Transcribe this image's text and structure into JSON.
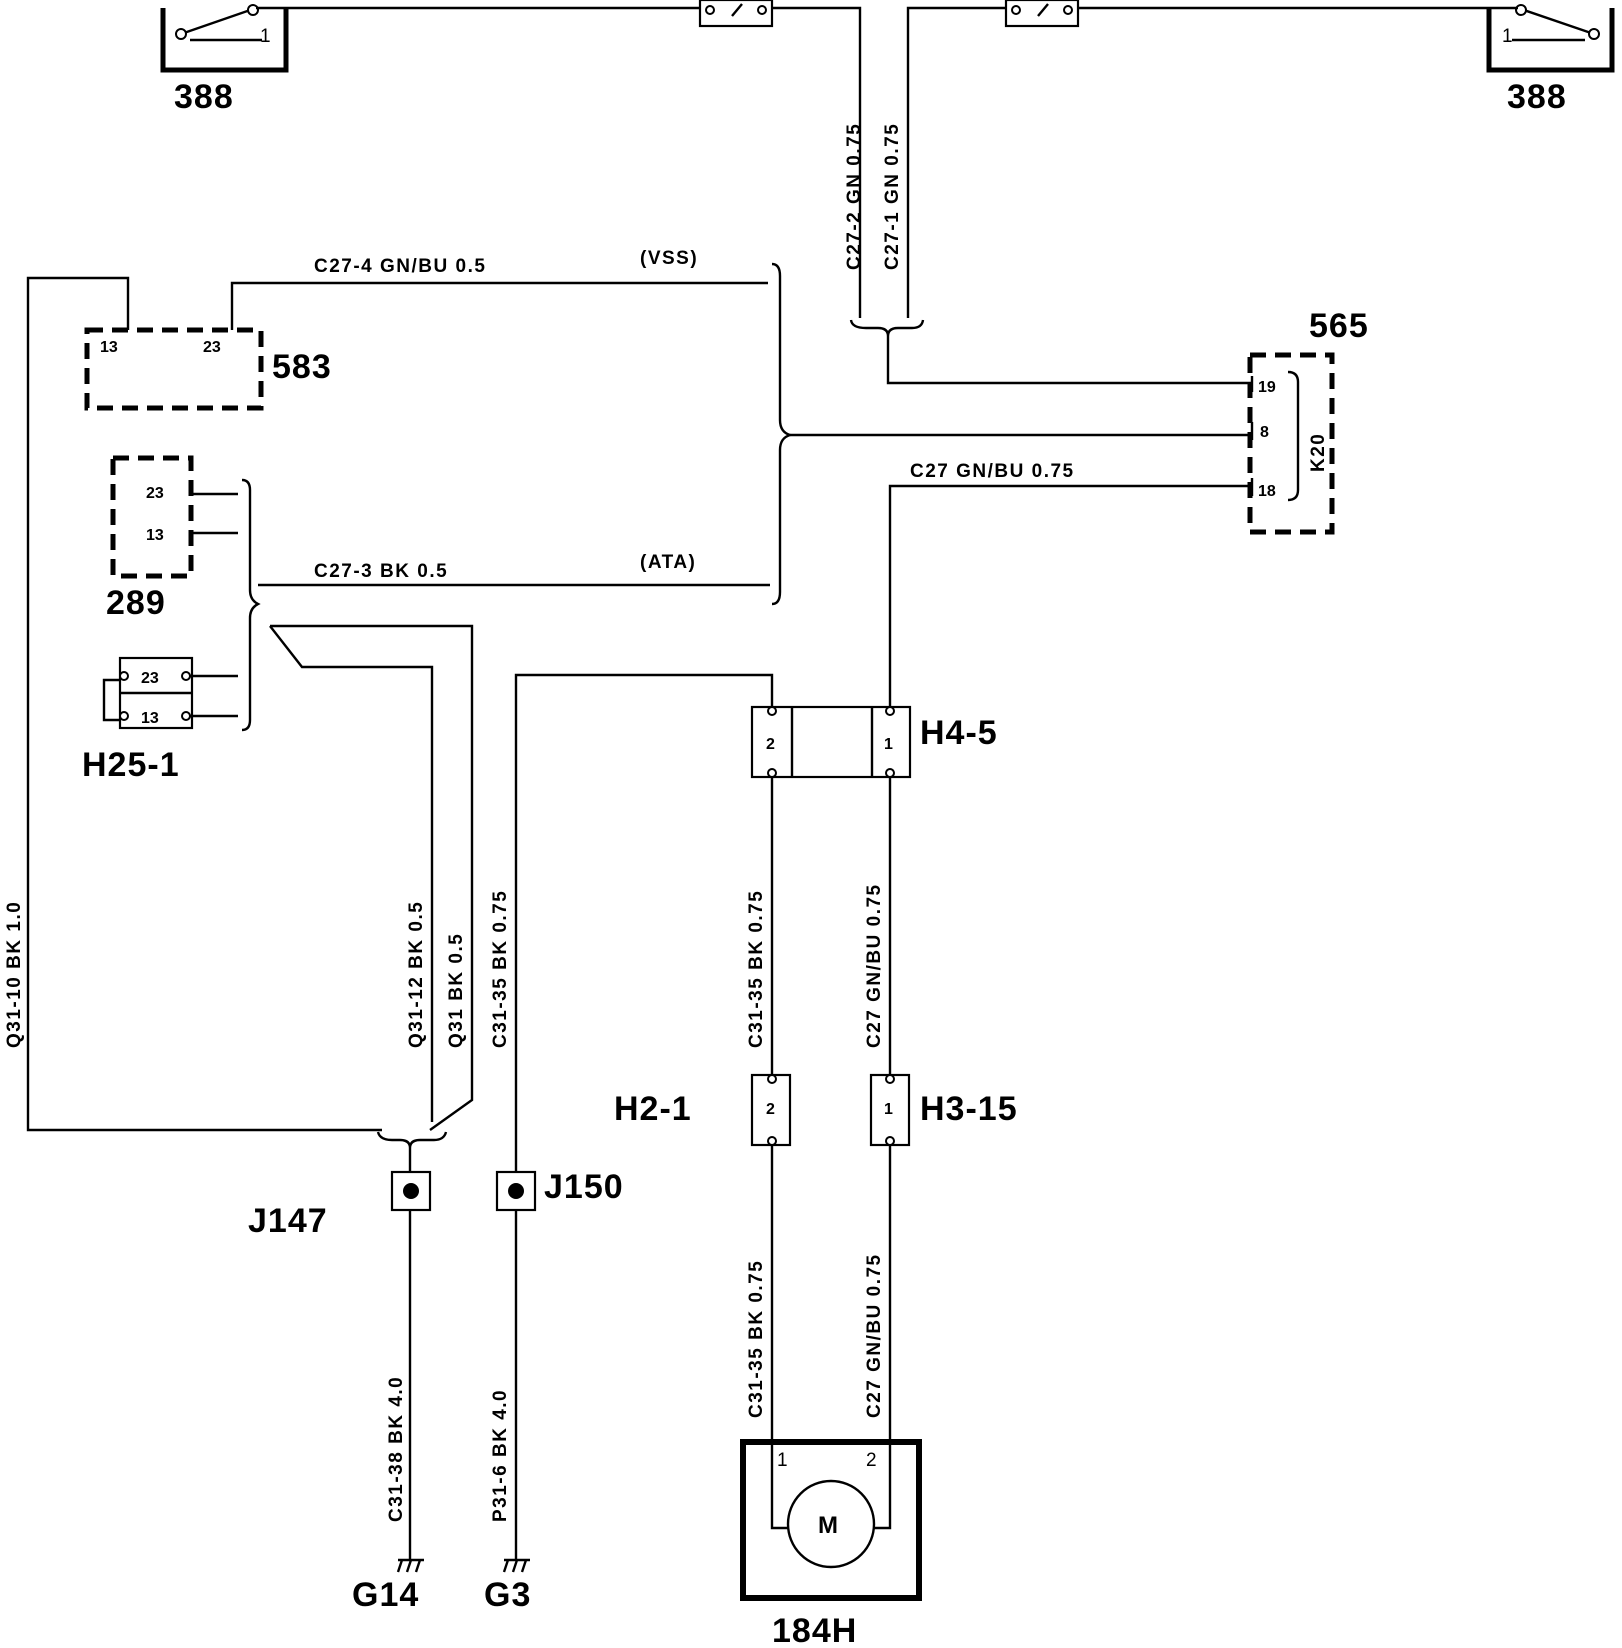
{
  "components": {
    "c388_left": "388",
    "c388_right": "388",
    "c565": "565",
    "c583": "583",
    "c289": "289",
    "h25_1": "H25-1",
    "h4_5": "H4-5",
    "h2_1": "H2-1",
    "h3_15": "H3-15",
    "j147": "J147",
    "j150": "J150",
    "g14": "G14",
    "g3": "G3",
    "c184h": "184H",
    "k20": "K20",
    "motor": "M"
  },
  "pins": {
    "sw_left_1": "1",
    "sw_right_1": "1",
    "c565_19": "19",
    "c565_8": "8",
    "c565_18": "18",
    "c583_13": "13",
    "c583_23": "23",
    "c289_23": "23",
    "c289_13": "13",
    "h25_23": "23",
    "h25_13": "13",
    "h4_5_2": "2",
    "h4_5_1": "1",
    "h2_1_2": "2",
    "h3_15_1": "1",
    "motor_1": "1",
    "motor_2": "2"
  },
  "wires": {
    "c27_2": "C27-2   GN  0.75",
    "c27_1": "C27-1   GN  0.75",
    "c27_4": "C27-4   GN/BU  0.5",
    "vss": "(VSS)",
    "c27_3": "C27-3   BK  0.5",
    "ata": "(ATA)",
    "c27_gnbu": "C27   GN/BU  0.75",
    "q31_10": "Q31-10   BK  1.0",
    "q31_12": "Q31-12   BK  0.5",
    "q31": "Q31   BK  0.5",
    "c31_35_p": "C31-35   BK  0.75",
    "c31_35_a": "C31-35   BK  0.75",
    "c27_a": "C27   GN/BU  0.75",
    "c31_35_b": "C31-35   BK  0.75",
    "c27_b": "C27   GN/BU  0.75",
    "c31_38": "C31-38   BK  4.0",
    "p31_6": "P31-6   BK  4.0"
  }
}
